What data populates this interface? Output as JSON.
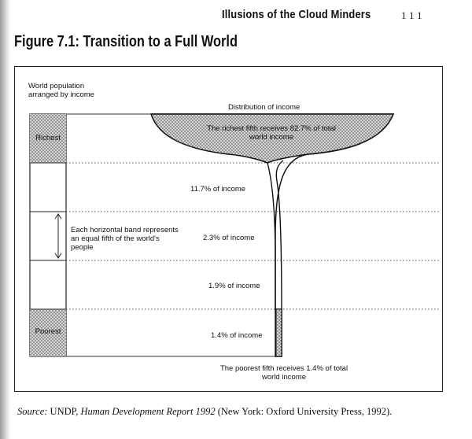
{
  "running_head": "Illusions of the Cloud Minders",
  "page_number": "111",
  "figure_title": "Figure 7.1: Transition to a Full World",
  "left_heading": "World population arranged by income",
  "distribution_heading": "Distribution of income",
  "bands": [
    {
      "label": "Richest",
      "share_text": "The richest fifth receives 82.7% of total world income",
      "income_share_pct": 82.7
    },
    {
      "label": "",
      "share_text": "11.7% of income",
      "income_share_pct": 11.7
    },
    {
      "label": "",
      "share_text": "2.3% of income",
      "income_share_pct": 2.3
    },
    {
      "label": "",
      "share_text": "1.9% of income",
      "income_share_pct": 1.9
    },
    {
      "label": "Poorest",
      "share_text": "1.4% of income",
      "income_share_pct": 1.4
    }
  ],
  "band_note": "Each horizontal band represents an equal fifth of the world's people",
  "poorest_caption": "The poorest fifth receives 1.4% of total world income",
  "source": {
    "label": "Source:",
    "prefix": "UNDP,",
    "title": "Human Development Report 1992",
    "suffix": "(New York: Oxford University Press, 1992)."
  }
}
